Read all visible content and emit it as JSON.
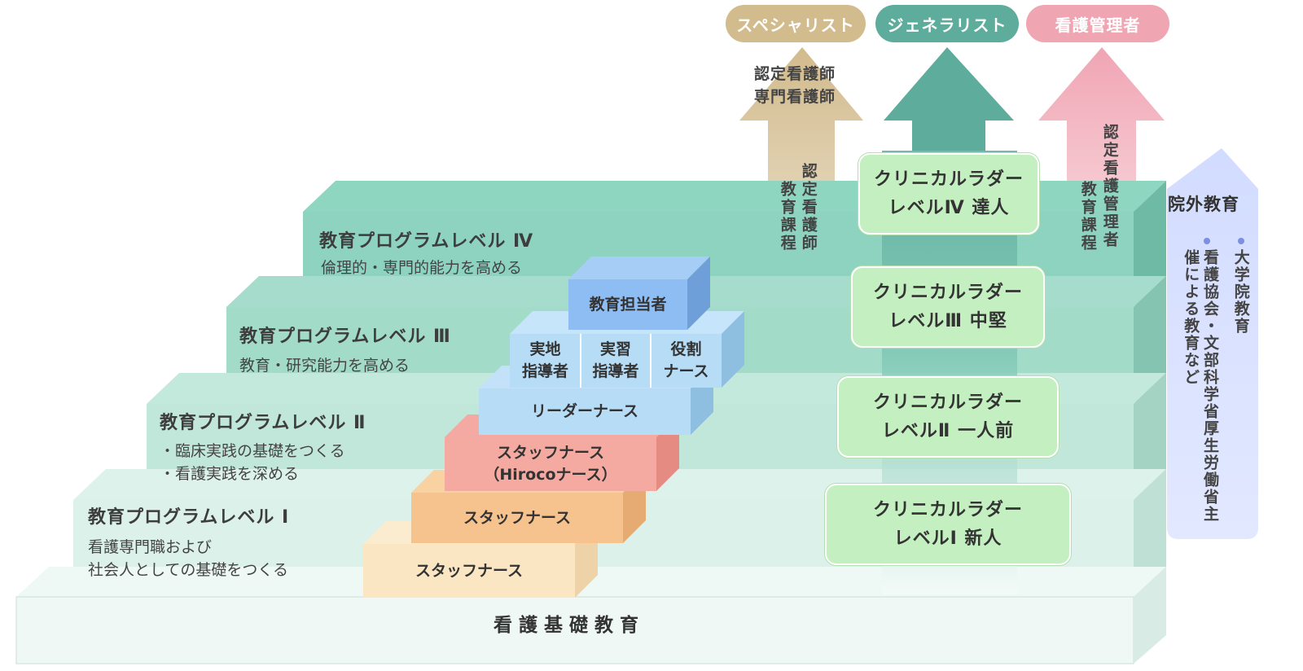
{
  "colors": {
    "specialist": "#d2bb8d",
    "generalist": "#5dac9c",
    "manager": "#f0a5b3",
    "outside": "#d2dcff",
    "ladder": "#c4efc0"
  },
  "foundation": {
    "label": "看護基礎教育"
  },
  "programs": [
    {
      "title": "教育プログラムレベル Ⅰ",
      "lines": [
        "看護専門職および",
        "社会人としての基礎をつくる"
      ]
    },
    {
      "title": "教育プログラムレベル Ⅱ",
      "lines": [
        "・臨床実践の基礎をつくる",
        "・看護実践を深める"
      ]
    },
    {
      "title": "教育プログラムレベル Ⅲ",
      "lines": [
        "教育・研究能力を高める"
      ]
    },
    {
      "title": "教育プログラムレベル Ⅳ",
      "lines": [
        "倫理的・専門的能力を高める"
      ]
    }
  ],
  "roles": {
    "staff1": "スタッフナース",
    "staff2": "スタッフナース",
    "staff3_line1": "スタッフナース",
    "staff3_line2": "（Hirocoナース）",
    "leader": "リーダーナース",
    "trio": [
      {
        "line1": "実地",
        "line2": "指導者"
      },
      {
        "line1": "実習",
        "line2": "指導者"
      },
      {
        "line1": "役割",
        "line2": "ナース"
      }
    ],
    "educator": "教育担当者"
  },
  "careers": {
    "specialist": "スペシャリスト",
    "generalist": "ジェネラリスト",
    "manager": "看護管理者"
  },
  "specialist_titles": [
    "認定看護師",
    "専門看護師"
  ],
  "specialist_course": [
    "教育課程",
    "認定看護師"
  ],
  "manager_course": [
    "教育課程",
    "認定看護管理者"
  ],
  "ladders": [
    {
      "line1": "クリニカルラダー",
      "line2": "レベルⅠ  新人"
    },
    {
      "line1": "クリニカルラダー",
      "line2": "レベルⅡ  一人前"
    },
    {
      "line1": "クリニカルラダー",
      "line2": "レベルⅢ  中堅"
    },
    {
      "line1": "クリニカルラダー",
      "line2": "レベルⅣ  達人"
    }
  ],
  "outside": {
    "title": "院外教育",
    "items": [
      "大学院教育",
      "看護協会・文部科学省厚生労働省主催による教育など"
    ]
  }
}
